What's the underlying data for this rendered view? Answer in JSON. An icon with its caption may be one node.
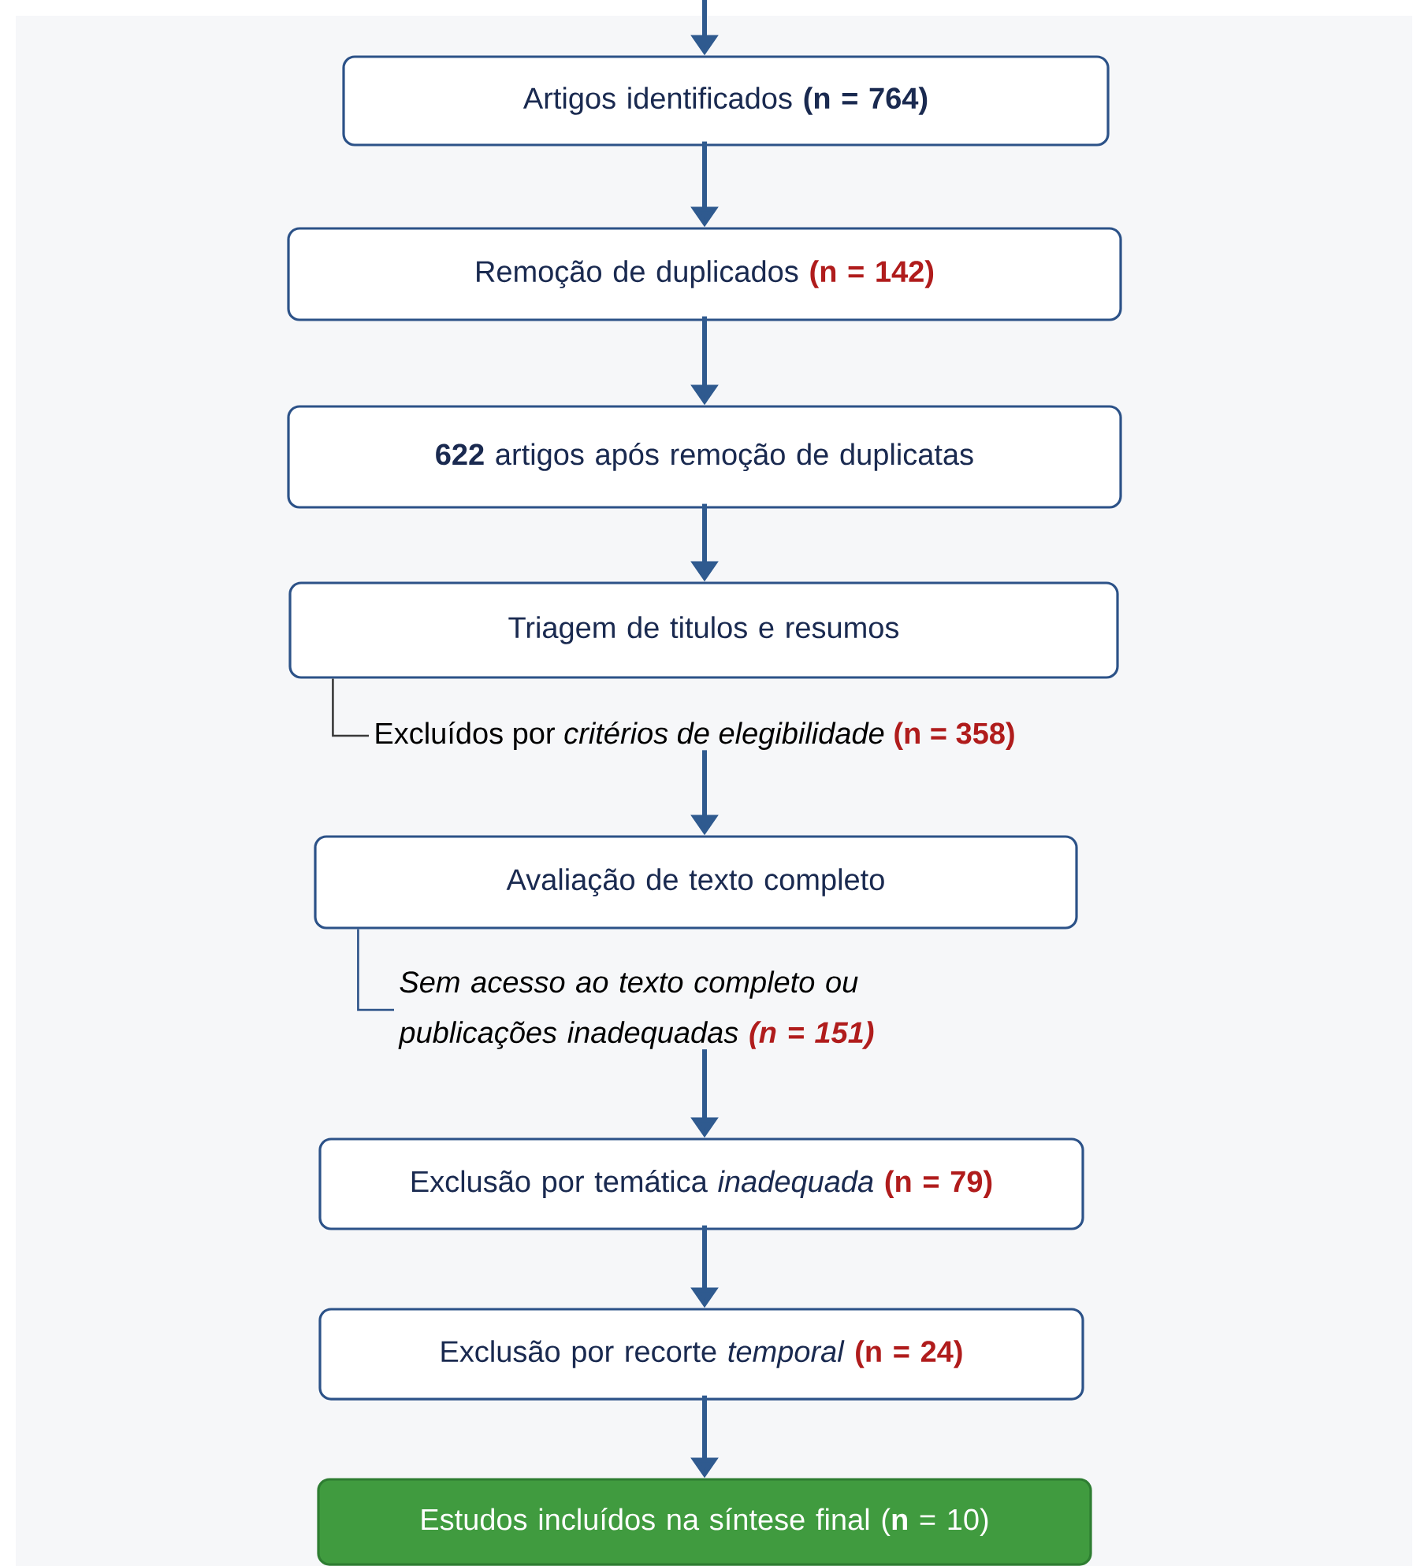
{
  "diagram": {
    "nodes": [
      {
        "text": [
          "Artigos identificados",
          "(n = 764)"
        ]
      },
      {
        "text": [
          "Remoção de duplicados",
          "(n = 142)"
        ]
      },
      {
        "text": [
          "**622** artigos após remoção de duplicatas"
        ]
      },
      {
        "text": [
          "Triagem de titulos e resumos"
        ]
      },
      {
        "text": [
          "Excluídos por *critérios de elegibilidade*",
          "(n = 358)"
        ]
      },
      {
        "text": [
          "Avaliação de texto completo"
        ]
      },
      {
        "text": [
          "Sem acesso ao texto completo ou publicações inadequadas",
          "(n = 151)"
        ]
      },
      {
        "text": [
          "Exclusão por temática *inadequada*",
          "(n = 79)"
        ]
      },
      {
        "text": [
          "Exclusão por recorte *temporal*",
          "(n = 24)"
        ]
      },
      {
        "text": [
          "Estudos incluídos na síntese final",
          "(**n** = 10)"
        ]
      }
    ],
    "edges": [
      {
        "from": null,
        "to": 0,
        "arrow": "to"
      },
      {
        "from": 0,
        "to": 1,
        "arrow": "to"
      },
      {
        "from": 1,
        "to": 2,
        "arrow": "to"
      },
      {
        "from": 2,
        "to": 3,
        "arrow": "to"
      },
      {
        "from": 3,
        "to": 4,
        "arrow": "none",
        "color": "#3a3a3a"
      },
      {
        "from": 4,
        "to": 5,
        "arrow": "to"
      },
      {
        "from": 5,
        "to": 6,
        "arrow": "none",
        "color": "#2c5288"
      },
      {
        "from": 6,
        "to": 7,
        "arrow": "to"
      },
      {
        "from": 7,
        "to": 8,
        "arrow": "to"
      },
      {
        "from": 8,
        "to": 9,
        "arrow": "to"
      }
    ]
  }
}
